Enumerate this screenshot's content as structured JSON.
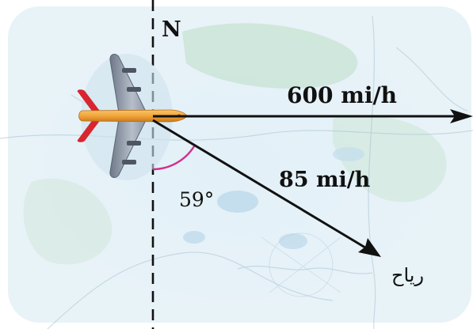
{
  "labels": {
    "north": "N",
    "plane_speed": "600 mi/h",
    "wind_speed": "85 mi/h",
    "angle": "59°",
    "wind": "رياح"
  },
  "colors": {
    "map_water": "#dcecf4",
    "map_land": "#c9e3d5",
    "vector": "#111111",
    "angle_arc": "#d0308c",
    "plane_body": "#f2a53a",
    "plane_wing": "#8c96a6",
    "plane_tail": "#d8262e"
  },
  "icons": [
    "airplane-icon",
    "north-axis",
    "plane-velocity-arrow",
    "wind-velocity-arrow",
    "angle-arc"
  ]
}
